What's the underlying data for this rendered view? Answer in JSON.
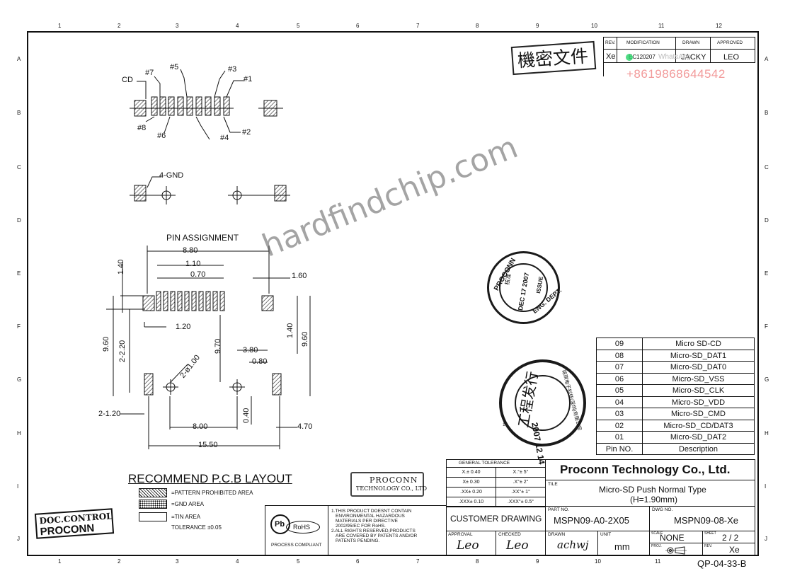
{
  "grid": {
    "cols": [
      "1",
      "2",
      "3",
      "4",
      "5",
      "6",
      "7",
      "8",
      "9",
      "10",
      "11",
      "12"
    ],
    "rows": [
      "A",
      "B",
      "C",
      "D",
      "E",
      "F",
      "G",
      "H",
      "I",
      "J"
    ]
  },
  "revision_block": {
    "headers": [
      "REV.",
      "MODIFICATION",
      "DRAWN",
      "APPROVED"
    ],
    "row": {
      "rev": "Xe",
      "modification": "EC120207",
      "drawn": "JACKY",
      "approved": "LEO"
    }
  },
  "overlay": {
    "whatsapp_label": "WhatsApp",
    "phone": "+8619868644542",
    "watermark": "hardfindchip.com"
  },
  "stamps": {
    "confidential": "機密文件",
    "issued": {
      "company": "PROCONN",
      "dept": "ENG. DEPT.",
      "date": "DEC 17 2007",
      "issue": "ISSUE",
      "seal": "核准"
    },
    "issued2": {
      "text": "工程发行",
      "date": "2007 12 14",
      "company": "铭琪电子科技(深圳)有限公司"
    },
    "proconn_box": {
      "line1": "PROCONN",
      "line2": "TECHNOLOGY CO., LTD"
    },
    "doc_control": {
      "line1": "DOC.CONTROL",
      "line2": "PROCONN"
    }
  },
  "drawing": {
    "top_labels": [
      "CD",
      "#7",
      "#5",
      "#3",
      "#1",
      "#8",
      "#6",
      "#4",
      "#2"
    ],
    "gnd_label": "4-GND",
    "pin_assignment_title": "PIN ASSIGNMENT",
    "dims": {
      "d880": "8.80",
      "d110": "1.10",
      "d070": "0.70",
      "d160": "1.60",
      "d140a": "1.40",
      "d120a": "1.20",
      "d960a": "9.60",
      "d220": "2-2.20",
      "d100": "2-ø1.00",
      "d970": "9.70",
      "d380": "3.80",
      "d080": "0.80",
      "d140b": "1.40",
      "d960b": "9.60",
      "d120b": "2-1.20",
      "d800": "8.00",
      "d040": "0.40",
      "d470": "4.70",
      "d1550": "15.50",
      "pin1": "1"
    }
  },
  "pin_table": {
    "header": {
      "no": "Pin NO.",
      "desc": "Description"
    },
    "rows": [
      {
        "no": "09",
        "desc": "Micro SD-CD"
      },
      {
        "no": "08",
        "desc": "Micro-SD_DAT1"
      },
      {
        "no": "07",
        "desc": "Micro-SD_DAT0"
      },
      {
        "no": "06",
        "desc": "Micro-SD_VSS"
      },
      {
        "no": "05",
        "desc": "Micro-SD_CLK"
      },
      {
        "no": "04",
        "desc": "Micro-SD_VDD"
      },
      {
        "no": "03",
        "desc": "Micro-SD_CMD"
      },
      {
        "no": "02",
        "desc": "Micro-SD_CD/DAT3"
      },
      {
        "no": "01",
        "desc": "Micro-SD_DAT2"
      }
    ]
  },
  "legend": {
    "title": "RECOMMEND P.C.B LAYOUT",
    "items": [
      "=PATTERN PROHIBITED AREA",
      "=GND AREA",
      "=TIN AREA"
    ],
    "tolerance": "TOLERANCE ±0.05"
  },
  "rohs": {
    "pb": "Pb",
    "label": "RoHS",
    "compliant": "PROCESS COMPLIANT",
    "note1": [
      "1.THIS PRODUCT DOESNT CONTAIN",
      "ENVIRONMENTAL HAZARDOUS",
      "MATERIALS PER DIRECTIVE",
      "2002/95/EC FOR RoHS."
    ],
    "note2": [
      "2.ALL RIGHTS RESERVED,PRODUCTS",
      "ARE COVERED BY PATENTS AND/OR",
      "PATENTS PENDING."
    ]
  },
  "title_block": {
    "general_tolerance": "GENERAL TOLERANCE",
    "tolerances": [
      [
        "X.± 0.40",
        "X.°± 5°"
      ],
      [
        "X± 0.30",
        ".X°± 2°"
      ],
      [
        ".XX± 0.20",
        ".XX°± 1°"
      ],
      [
        ".XXX± 0.10",
        ".XXX°± 0.5°"
      ]
    ],
    "company": "Proconn Technology Co., Ltd.",
    "title_label": "TILE",
    "title_line1": "Micro-SD Push Normal Type",
    "title_line2": "(H=1.90mm)",
    "customer_drawing": "CUSTOMER DRAWING",
    "part_no_label": "PART NO.",
    "part_no": "MSPN09-A0-2X05",
    "dwg_no_label": "DWG NO.",
    "dwg_no": "MSPN09-08-Xe",
    "approval_label": "APPROVAL",
    "checked_label": "CHECKED",
    "drawn_label": "DRAWN",
    "unit_label": "UNIT",
    "unit": "mm",
    "scale_label": "SCALE",
    "scale": "NONE",
    "sheet_label": "SHEET",
    "sheet": "2 / 2",
    "proj_label": "PROJ.",
    "rev_label": "REV.",
    "rev": "Xe",
    "signature_approval": "Leo",
    "signature_checked": "Leo",
    "signature_drawn": "achwj"
  },
  "footer_code": "QP-04-33-B"
}
